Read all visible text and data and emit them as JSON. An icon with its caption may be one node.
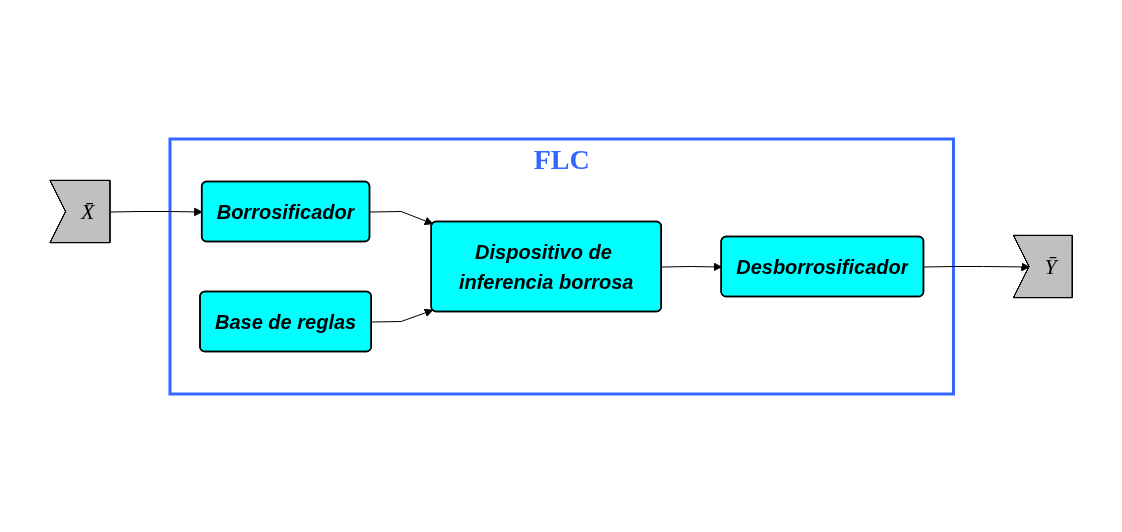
{
  "diagram": {
    "nodes": [
      {
        "text": [
          "FLC"
        ]
      },
      {
        "text": [
          "Borrosificador"
        ],
        "in": 0
      },
      {
        "text": [
          "Desborrosificador"
        ],
        "in": 0
      },
      {
        "text": [
          "Base de reglas"
        ],
        "in": 0
      },
      {
        "text": [
          "Dispositivo de inferencia borrosa"
        ],
        "in": 0
      },
      {
        "text": [
          "X̄"
        ]
      },
      {
        "text": [
          "Ȳ"
        ]
      }
    ],
    "edges": [
      {
        "from": 5,
        "to": 1,
        "arrow": "to"
      },
      {
        "from": 1,
        "to": 4,
        "arrow": "to"
      },
      {
        "from": 3,
        "to": 4,
        "arrow": "to"
      },
      {
        "from": 4,
        "to": 2,
        "arrow": "to"
      },
      {
        "from": 2,
        "to": 6,
        "arrow": "to"
      }
    ]
  }
}
